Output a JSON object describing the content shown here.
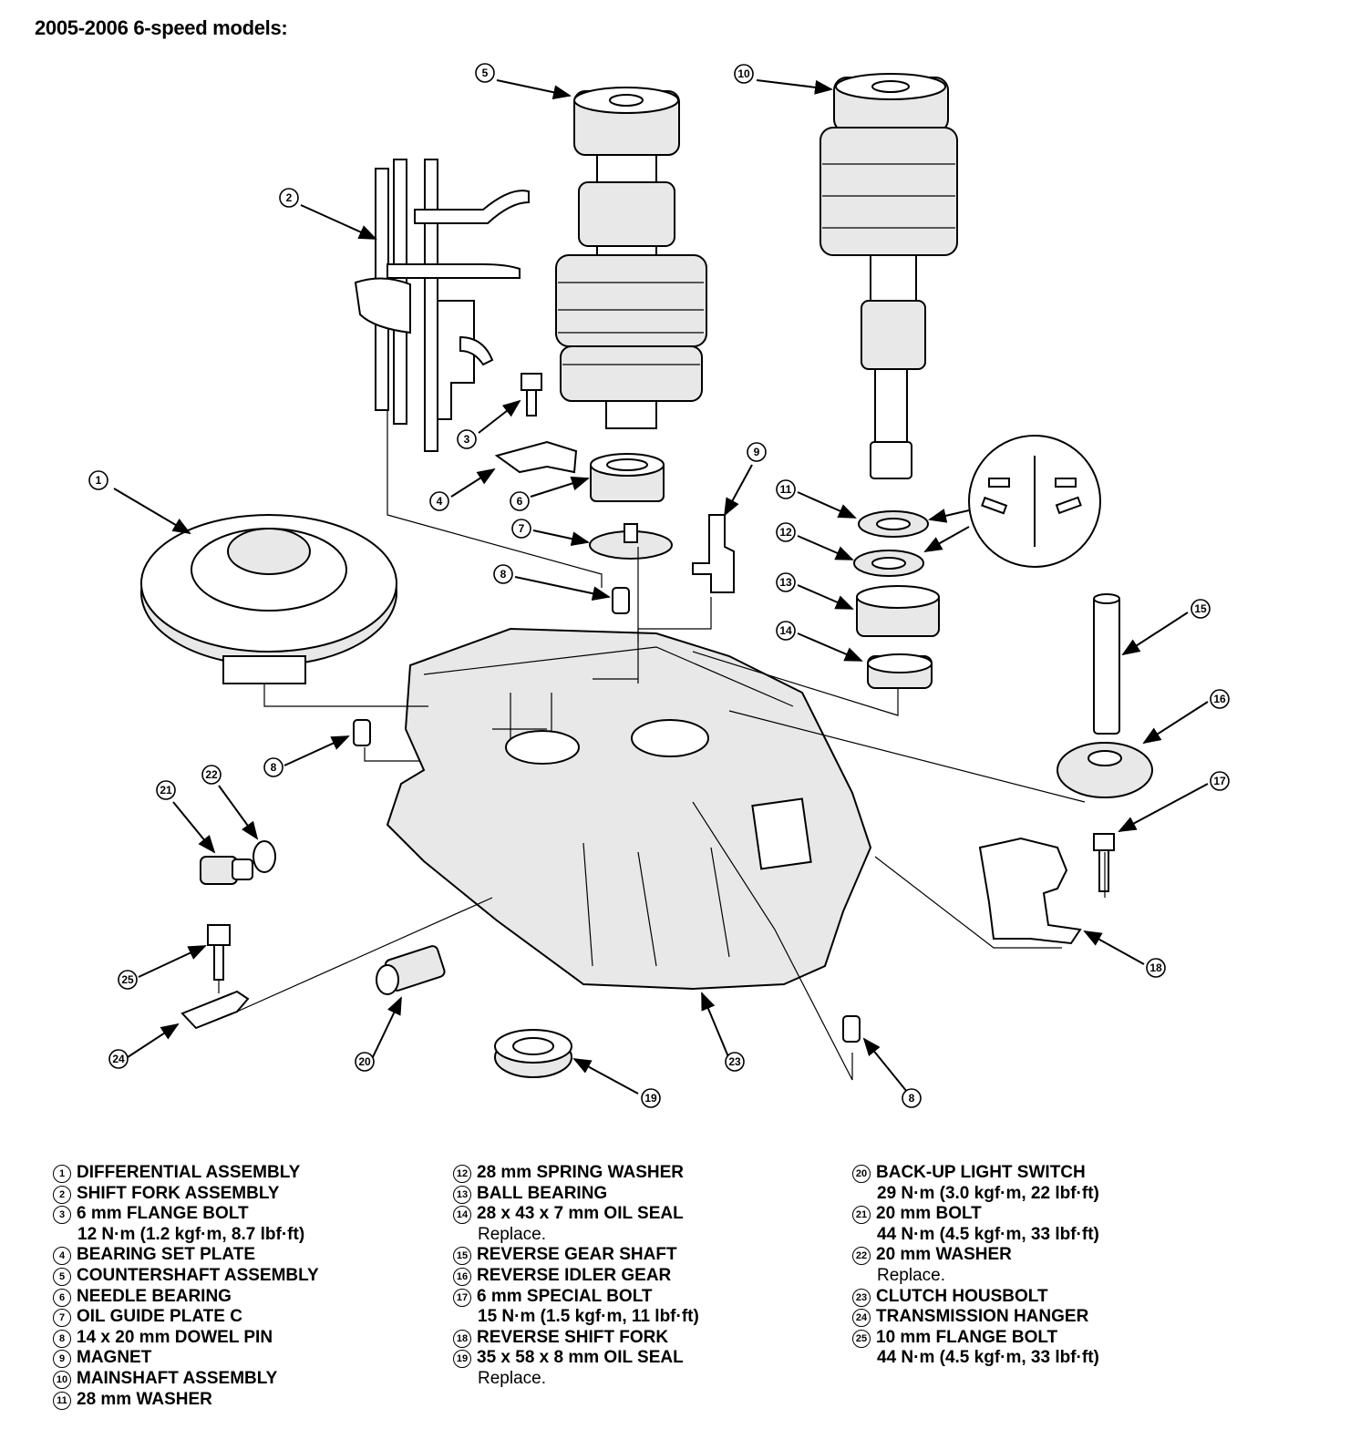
{
  "title": "2005-2006 6-speed models:",
  "callouts": [
    "1",
    "2",
    "3",
    "4",
    "5",
    "6",
    "7",
    "8",
    "9",
    "10",
    "11",
    "12",
    "13",
    "14",
    "15",
    "16",
    "17",
    "18",
    "19",
    "20",
    "21",
    "22",
    "23",
    "24",
    "25"
  ],
  "legend": [
    {
      "num": "1",
      "label": "DIFFERENTIAL ASSEMBLY"
    },
    {
      "num": "2",
      "label": "SHIFT FORK ASSEMBLY"
    },
    {
      "num": "3",
      "label": "6 mm FLANGE BOLT",
      "detail": "12 N·m (1.2 kgf·m, 8.7 lbf·ft)"
    },
    {
      "num": "4",
      "label": "BEARING SET PLATE"
    },
    {
      "num": "5",
      "label": "COUNTERSHAFT ASSEMBLY"
    },
    {
      "num": "6",
      "label": "NEEDLE BEARING"
    },
    {
      "num": "7",
      "label": "OIL GUIDE PLATE C"
    },
    {
      "num": "8",
      "label": "14 x 20 mm DOWEL PIN"
    },
    {
      "num": "9",
      "label": "MAGNET"
    },
    {
      "num": "10",
      "label": "MAINSHAFT ASSEMBLY"
    },
    {
      "num": "11",
      "label": "28 mm WASHER"
    },
    {
      "num": "12",
      "label": "28 mm SPRING WASHER"
    },
    {
      "num": "13",
      "label": "BALL BEARING"
    },
    {
      "num": "14",
      "label": "28 x 43 x 7 mm OIL SEAL",
      "note": "Replace."
    },
    {
      "num": "15",
      "label": "REVERSE GEAR SHAFT"
    },
    {
      "num": "16",
      "label": "REVERSE IDLER GEAR"
    },
    {
      "num": "17",
      "label": "6 mm SPECIAL BOLT",
      "detail": "15 N·m (1.5 kgf·m, 11 lbf·ft)"
    },
    {
      "num": "18",
      "label": "REVERSE SHIFT FORK"
    },
    {
      "num": "19",
      "label": "35 x 58 x 8 mm OIL SEAL",
      "note": "Replace."
    },
    {
      "num": "20",
      "label": "BACK-UP LIGHT SWITCH",
      "detail": "29 N·m (3.0 kgf·m, 22 lbf·ft)"
    },
    {
      "num": "21",
      "label": "20 mm BOLT",
      "detail": "44 N·m (4.5 kgf·m, 33 lbf·ft)"
    },
    {
      "num": "22",
      "label": "20 mm WASHER",
      "note": "Replace."
    },
    {
      "num": "23",
      "label": "CLUTCH HOUSBOLT"
    },
    {
      "num": "24",
      "label": "TRANSMISSION HANGER"
    },
    {
      "num": "25",
      "label": "10 mm FLANGE BOLT",
      "detail": "44 N·m (4.5 kgf·m, 33 lbf·ft)"
    }
  ]
}
